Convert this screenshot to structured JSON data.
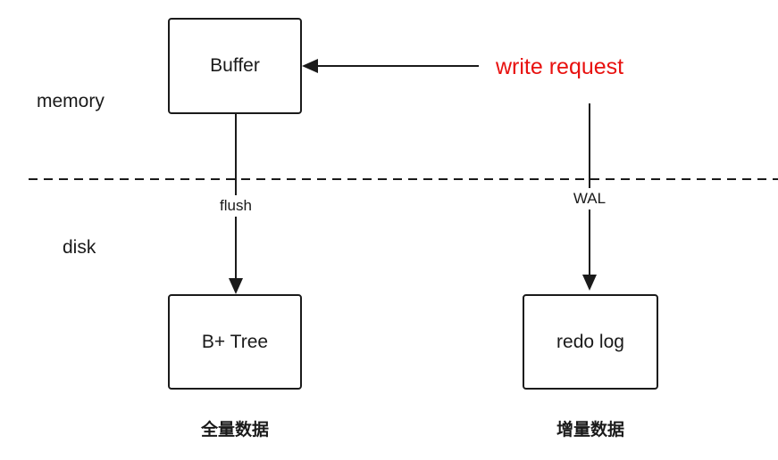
{
  "zones": {
    "memory": "memory",
    "disk": "disk"
  },
  "nodes": {
    "buffer": "Buffer",
    "btree": "B+ Tree",
    "redo_log": "redo log"
  },
  "request": {
    "label": "write request",
    "color": "#e8110f"
  },
  "edges": {
    "flush": "flush",
    "wal": "WAL"
  },
  "captions": {
    "full_data": "全量数据",
    "incremental_data": "增量数据"
  },
  "colors": {
    "stroke": "#1a1a1a",
    "background": "#ffffff"
  }
}
